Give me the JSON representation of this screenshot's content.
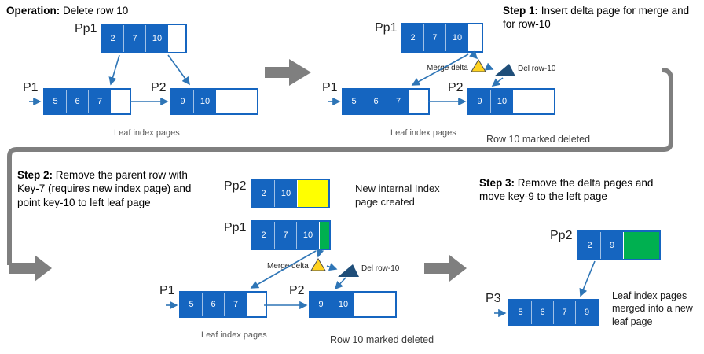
{
  "colors": {
    "page_blue": "#1565c0",
    "arrow_blue": "#2e75b6",
    "flow_gray": "#7f7f7f",
    "highlight_yellow": "#ffff00",
    "highlight_green": "#00b050",
    "delta_yellow": "#ffd21f",
    "delta_blue": "#1f4e79"
  },
  "panels": {
    "op": {
      "title_bold": "Operation:",
      "title_rest": " Delete row 10",
      "pp1": {
        "label": "Pp1",
        "cells": [
          "2",
          "7",
          "10"
        ]
      },
      "p1": {
        "label": "P1",
        "cells": [
          "5",
          "6",
          "7"
        ]
      },
      "p2": {
        "label": "P2",
        "cells": [
          "9",
          "10"
        ]
      },
      "leaf_caption": "Leaf index pages"
    },
    "step1": {
      "title_bold": "Step 1:",
      "title_rest": " Insert delta page for merge and for row-10",
      "pp1": {
        "label": "Pp1",
        "cells": [
          "2",
          "7",
          "10"
        ]
      },
      "merge_delta_label": "Merge delta",
      "del_row_label": "Del row-10",
      "p1": {
        "label": "P1",
        "cells": [
          "5",
          "6",
          "7"
        ]
      },
      "p2": {
        "label": "P2",
        "cells": [
          "9",
          "10"
        ]
      },
      "leaf_caption": "Leaf index pages",
      "deleted_caption": "Row 10 marked deleted"
    },
    "step2": {
      "title_bold": "Step 2:",
      "title_rest": " Remove the parent row with Key-7 (requires new index page) and point key-10 to left leaf page",
      "pp2": {
        "label": "Pp2",
        "cells": [
          "2",
          "10"
        ]
      },
      "new_page_note": "New internal Index page created",
      "pp1": {
        "label": "Pp1",
        "cells": [
          "2",
          "7",
          "10"
        ]
      },
      "merge_delta_label": "Merge delta",
      "del_row_label": "Del row-10",
      "p1": {
        "label": "P1",
        "cells": [
          "5",
          "6",
          "7"
        ]
      },
      "p2": {
        "label": "P2",
        "cells": [
          "9",
          "10"
        ]
      },
      "leaf_caption": "Leaf index pages",
      "deleted_caption": "Row 10 marked deleted"
    },
    "step3": {
      "title_bold": "Step 3:",
      "title_rest": " Remove the delta pages and move key-9 to the left page",
      "pp2": {
        "label": "Pp2",
        "cells": [
          "2",
          "9"
        ]
      },
      "p3": {
        "label": "P3",
        "cells": [
          "5",
          "6",
          "7",
          "9"
        ]
      },
      "merge_caption": "Leaf index pages merged into a new leaf page"
    }
  }
}
